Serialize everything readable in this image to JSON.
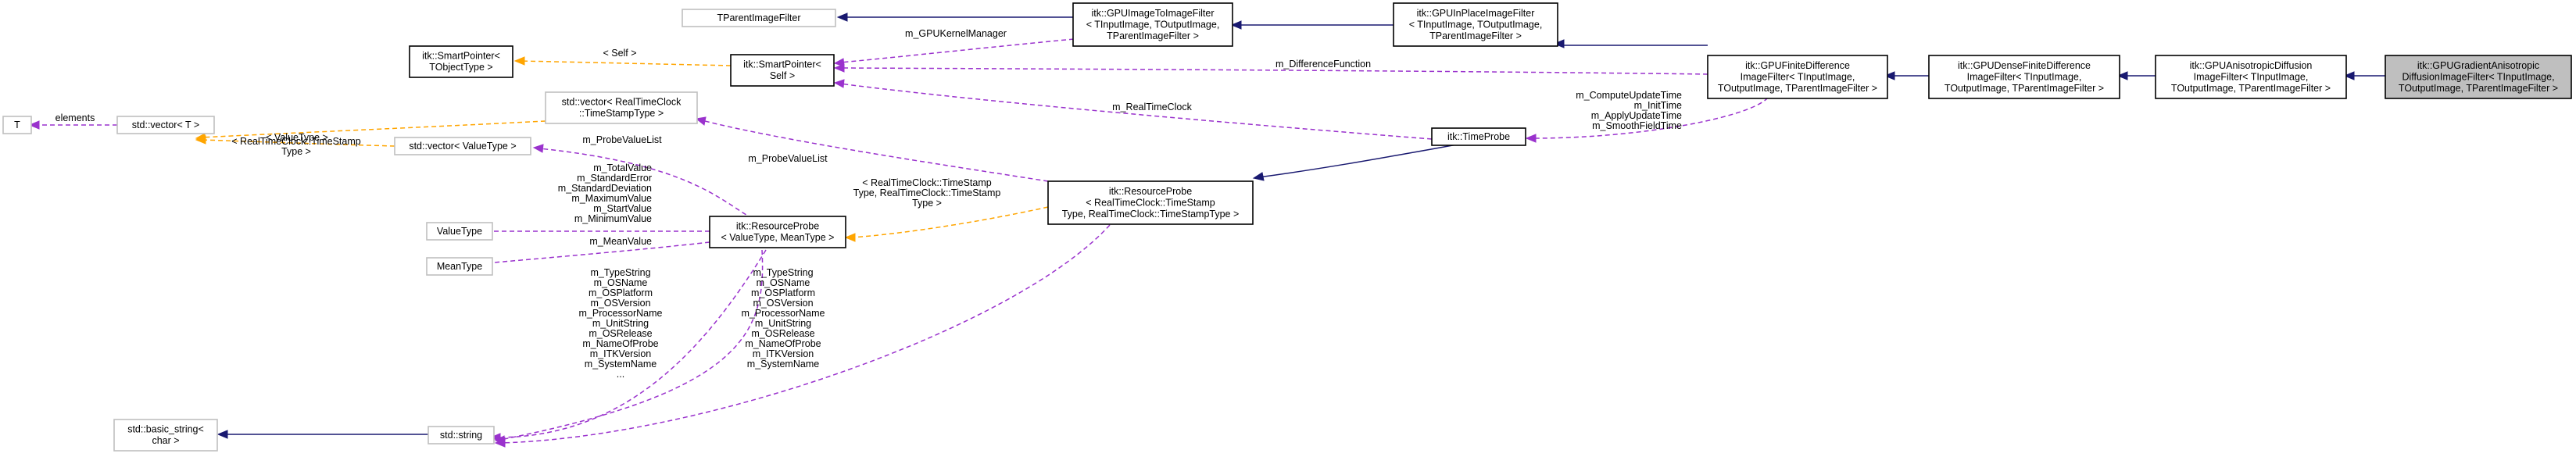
{
  "diagram": {
    "nodes": {
      "tparentimagefilter": [
        "TParentImageFilter"
      ],
      "gpuimagetoimagefilter": [
        "itk::GPUImageToImageFilter",
        "< TInputImage, TOutputImage,",
        "TParentImageFilter >"
      ],
      "gpuinplaceimagefilter": [
        "itk::GPUInPlaceImageFilter",
        "< TInputImage, TOutputImage,",
        "TParentImageFilter >"
      ],
      "gpufinitedifference": [
        "itk::GPUFiniteDifference",
        "ImageFilter< TInputImage,",
        "TOutputImage, TParentImageFilter >"
      ],
      "gpudensefinitedifference": [
        "itk::GPUDenseFiniteDifference",
        "ImageFilter< TInputImage,",
        "TOutputImage, TParentImageFilter >"
      ],
      "gpuanisotropicdiffusion": [
        "itk::GPUAnisotropicDiffusion",
        "ImageFilter< TInputImage,",
        "TOutputImage, TParentImageFilter >"
      ],
      "gpugradientanisotropic": [
        "itk::GPUGradientAnisotropic",
        "DiffusionImageFilter< TInputImage,",
        "TOutputImage, TParentImageFilter >"
      ],
      "smartpointer_objecttype": [
        "itk::SmartPointer<",
        "TObjectType >"
      ],
      "smartpointer_self": [
        "itk::SmartPointer<",
        "Self >"
      ],
      "t": [
        "T"
      ],
      "vector_t": [
        "std::vector< T >"
      ],
      "vector_realtimeclock": [
        "std::vector< RealTimeClock",
        "::TimeStampType >"
      ],
      "vector_valuetype": [
        "std::vector< ValueType >"
      ],
      "valuetype": [
        "ValueType"
      ],
      "meantype": [
        "MeanType"
      ],
      "resourceprobe_valuemean": [
        "itk::ResourceProbe",
        "< ValueType, MeanType >"
      ],
      "resourceprobe_realtime": [
        "itk::ResourceProbe",
        "< RealTimeClock::TimeStamp",
        "Type, RealTimeClock::TimeStampType >"
      ],
      "timeprobe": [
        "itk::TimeProbe"
      ],
      "basic_string": [
        "std::basic_string<",
        "char >"
      ],
      "string": [
        "std::string"
      ]
    },
    "edge_labels": {
      "m_gpukernelmanager": [
        "m_GPUKernelManager"
      ],
      "self_template": [
        "< Self >"
      ],
      "m_differencefunction": [
        "m_DifferenceFunction"
      ],
      "m_realtimeclock": [
        "m_RealTimeClock"
      ],
      "elements": [
        "elements"
      ],
      "realtimeclock_template": [
        "< RealTimeClock::TimeStamp",
        "Type >"
      ],
      "valuetype_template": [
        "< ValueType >"
      ],
      "m_probevaluelist_a": [
        "m_ProbeValueList"
      ],
      "m_probevaluelist_b": [
        "m_ProbeValueList"
      ],
      "timeprobe_members": [
        "m_ComputeUpdateTime",
        "m_InitTime",
        "m_ApplyUpdateTime",
        "m_SmoothFieldTime"
      ],
      "resourceprobe_template": [
        "< RealTimeClock::TimeStamp",
        "Type, RealTimeClock::TimeStamp",
        "Type >"
      ],
      "valuetype_members": [
        "m_TotalValue",
        "m_StandardError",
        "m_StandardDeviation",
        "m_MaximumValue",
        "m_StartValue",
        "m_MinimumValue"
      ],
      "meantype_member": [
        "m_MeanValue"
      ],
      "string_members_left": [
        "m_TypeString",
        "m_OSName",
        "m_OSPlatform",
        "m_OSVersion",
        "m_ProcessorName",
        "m_UnitString",
        "m_OSRelease",
        "m_NameOfProbe",
        "m_ITKVersion",
        "m_SystemName",
        "..."
      ],
      "string_members_right": [
        "m_TypeString",
        "m_OSName",
        "m_OSPlatform",
        "m_OSVersion",
        "m_ProcessorName",
        "m_UnitString",
        "m_OSRelease",
        "m_NameOfProbe",
        "m_ITKVersion",
        "m_SystemName"
      ]
    },
    "colors": {
      "inheritance": "#191970",
      "member": "#9a32cd",
      "template": "#ffa500",
      "focus_fill": "#bfbfbf",
      "grey_border": "#c0c0c0"
    }
  }
}
